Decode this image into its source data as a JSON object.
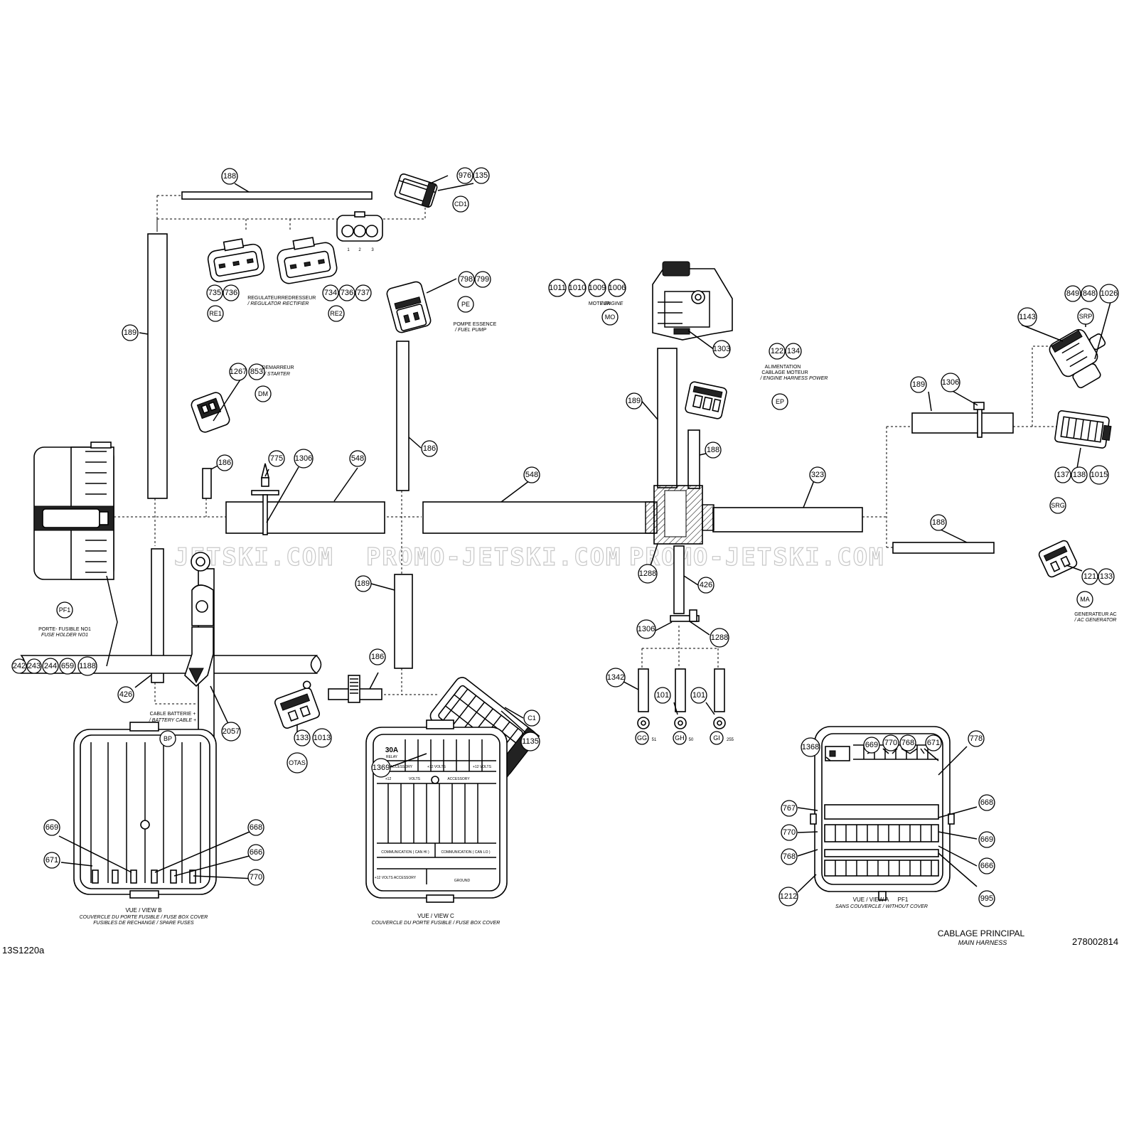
{
  "drawing": {
    "code_left": "13S1220a",
    "code_right": "278002814",
    "title": "CABLAGE PRINCIPAL",
    "subtitle": "MAIN HARNESS",
    "watermark": [
      "JETSKI.COM",
      "PROMO-JETSKI.COM",
      "PROMO-JETSKI.COM"
    ]
  },
  "parts": {
    "p188a": "188",
    "p976": "976",
    "p135": "135",
    "p189a": "189",
    "p735": "735",
    "p736a": "736",
    "p734": "734",
    "p736b": "736",
    "p737": "737",
    "p798": "798",
    "p799": "799",
    "p1011": "1011",
    "p1010": "1010",
    "p1009": "1009",
    "p1006": "1006",
    "p1303": "1303",
    "p122": "122",
    "p134": "134",
    "p849": "849",
    "p848": "848",
    "p1026": "1026",
    "p1143": "1143",
    "p1267": "1267",
    "p853": "853",
    "p189b": "189",
    "p186a": "186",
    "p188b": "188",
    "p189c": "189",
    "p1306a": "1306",
    "p775": "775",
    "p1306b": "1306",
    "p548a": "548",
    "p548b": "548",
    "p323": "323",
    "p186b": "186",
    "p137": "137",
    "p138": "138",
    "p1015": "1015",
    "p188c": "188",
    "p121": "121",
    "p133a": "133",
    "p1288a": "1288",
    "p426a": "426",
    "p189d": "189",
    "p1306c": "1306",
    "p1288b": "1288",
    "p242": "242",
    "p243": "243",
    "p244": "244",
    "p659": "659",
    "p1188": "1188",
    "p186c": "186",
    "p426b": "426",
    "p2057": "2057",
    "p1342": "1342",
    "p101a": "101",
    "p101b": "101",
    "p133b": "133",
    "p1013": "1013",
    "p1135": "1135",
    "p1368": "1368",
    "p669a": "669",
    "p770a": "770",
    "p768a": "768",
    "p671a": "671",
    "p778": "778",
    "p767": "767",
    "p668a": "668",
    "p770b": "770",
    "p669b": "669",
    "p768b": "768",
    "p666a": "666",
    "p1212": "1212",
    "p995": "995",
    "p1369": "1369",
    "p669c": "669",
    "p668b": "668",
    "p666b": "666",
    "p671b": "671",
    "p770c": "770"
  },
  "connectors": {
    "cd1": "CD1",
    "re1": "RE1",
    "re2": "RE2",
    "pe": "PE",
    "mo": "MO",
    "srp": "SRP",
    "dm": "DM",
    "ep": "EP",
    "srg": "SRG",
    "ma": "MA",
    "pf1": "PF1",
    "bp": "BP",
    "c1": "C1",
    "otas": "OTAS",
    "gg": "GG",
    "gh": "GH",
    "gi": "GI"
  },
  "labels": {
    "regulateur": "REGULATEUR -",
    "regulator": "/ REGULATOR -",
    "redresseur": "REDRESSEUR",
    "rectifier": "RECTIFIER",
    "pompe": "POMPE ESSENCE",
    "fuel_pump": "/ FUEL PUMP",
    "moteur": "MOTEUR",
    "engine": "/ ENGINE",
    "alim1": "ALIMENTATION",
    "alim2": "CABLAGE MOTEUR",
    "alim3": "/ ENGINE HARNESS POWER",
    "demarreur": "DEMARREUR",
    "starter": "/ STARTER",
    "porte": "PORTE- FUSIBLE NO1",
    "fuse_holder": "FUSE HOLDER NO1",
    "cable_batt": "CABLE BATTERIE +",
    "battery_cable": "/ BATTERY CABLE +",
    "generateur": "GENERATEUR AC",
    "ac_generator": "/ AC GENERATOR",
    "pin1": "1",
    "pin2": "2",
    "pin3": "3",
    "gg_num": "51",
    "gh_num": "50",
    "gi_num": "255"
  },
  "views": {
    "a_title": "VUE / VIEW A",
    "a_pf1": "PF1",
    "a_sub": "SANS COUVERCLE / WITHOUT COVER",
    "b_title": "VUE / VIEW B",
    "b_sub1": "COUVERCLE DU PORTE FUSIBLE / FUSE BOX COVER",
    "b_sub2": "FUSIBLES DE RECHANGE / SPARE FUSES",
    "c_title": "VUE / VIEW C",
    "c_sub": "COUVERCLE DU PORTE FUSIBLE / FUSE BOX COVER",
    "c_30a": "30A",
    "c_relay": "RELAY",
    "c_12v_acc": "+12 VOLTS ACCESSORY",
    "c_12v": "+12 VOLTS",
    "c_12v_b": "+12 VOLTS",
    "c_12": "+12",
    "c_volts": "VOLTS",
    "c_accessory": "ACCESSORY",
    "c_comm_hi": "COMMUNICATION ( CAN HI )",
    "c_comm_lo": "COMMUNICATION ( CAN LO )",
    "c_12v_acc2": "+12 VOLTS ACCESSORY",
    "c_ground": "GROUND"
  }
}
